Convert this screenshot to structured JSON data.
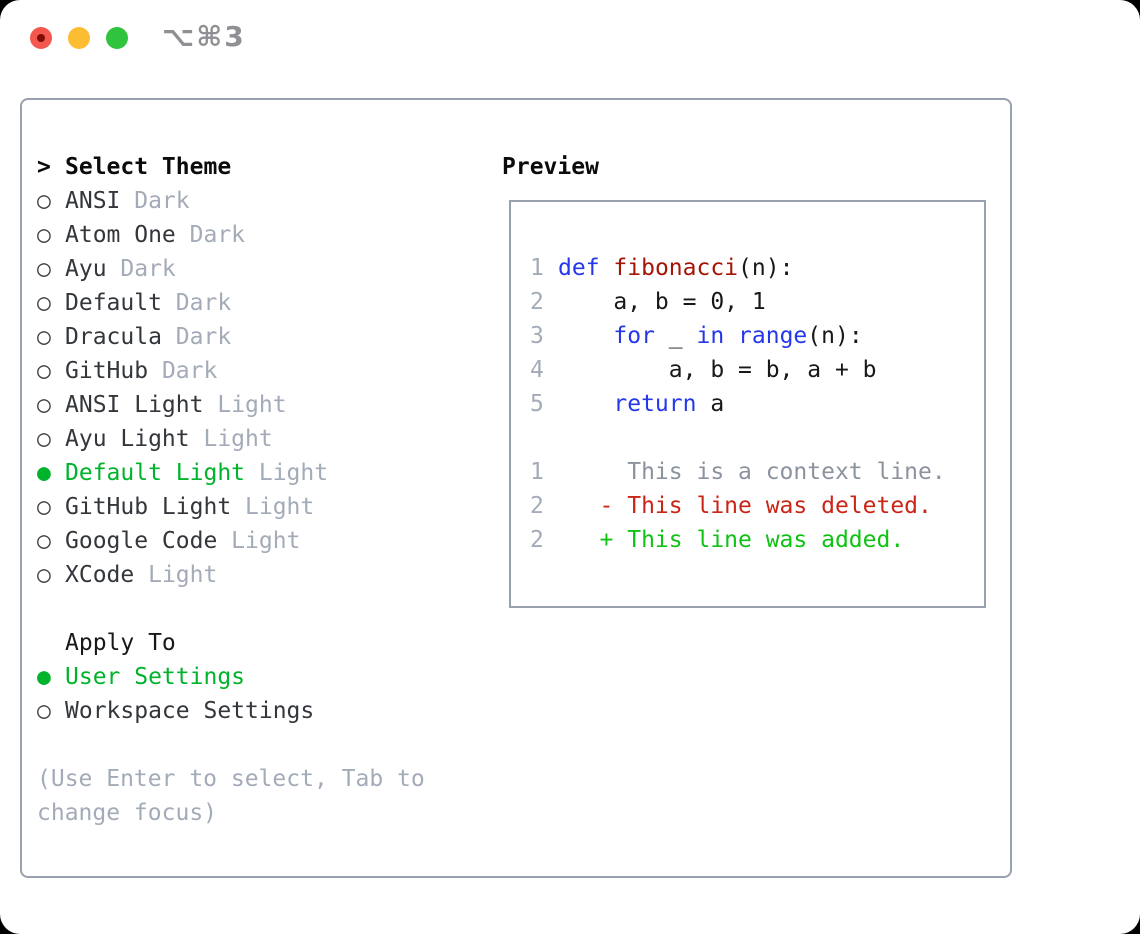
{
  "titlebar": {
    "shortcut": "⌥⌘3"
  },
  "colors": {
    "selected_green": "#00b32c",
    "keyword_blue": "#2438ea",
    "function_red": "#a31505",
    "deleted_red": "#cb2517",
    "added_green": "#0fc214",
    "muted_gray": "#a3abb8",
    "border_gray": "#98a1ad",
    "traffic_red": "#f4574d",
    "traffic_yellow": "#fdbd33",
    "traffic_green": "#2fc33e"
  },
  "icons": {
    "prompt": ">",
    "radio_unselected": "○",
    "radio_selected": "●"
  },
  "theme_picker": {
    "header": "Select Theme",
    "themes": [
      {
        "name": "ANSI",
        "variant": "Dark",
        "selected": false
      },
      {
        "name": "Atom One",
        "variant": "Dark",
        "selected": false
      },
      {
        "name": "Ayu",
        "variant": "Dark",
        "selected": false
      },
      {
        "name": "Default",
        "variant": "Dark",
        "selected": false
      },
      {
        "name": "Dracula",
        "variant": "Dark",
        "selected": false
      },
      {
        "name": "GitHub",
        "variant": "Dark",
        "selected": false
      },
      {
        "name": "ANSI Light",
        "variant": "Light",
        "selected": false
      },
      {
        "name": "Ayu Light",
        "variant": "Light",
        "selected": false
      },
      {
        "name": "Default Light",
        "variant": "Light",
        "selected": true
      },
      {
        "name": "GitHub Light",
        "variant": "Light",
        "selected": false
      },
      {
        "name": "Google Code",
        "variant": "Light",
        "selected": false
      },
      {
        "name": "XCode",
        "variant": "Light",
        "selected": false
      }
    ],
    "apply_header": "Apply To",
    "apply_options": [
      {
        "name": "User Settings",
        "selected": true
      },
      {
        "name": "Workspace Settings",
        "selected": false
      }
    ],
    "hint": "(Use Enter to select, Tab to change focus)"
  },
  "preview": {
    "title": "Preview",
    "lines": [
      {
        "num": "1",
        "tokens": [
          {
            "text": "def",
            "style": "keyword"
          },
          {
            "text": " "
          },
          {
            "text": "fibonacci",
            "style": "function"
          },
          {
            "text": "(n):"
          }
        ]
      },
      {
        "num": "2",
        "tokens": [
          {
            "text": "    a, b = 0, 1"
          }
        ]
      },
      {
        "num": "3",
        "tokens": [
          {
            "text": "    "
          },
          {
            "text": "for",
            "style": "keyword"
          },
          {
            "text": " _ "
          },
          {
            "text": "in",
            "style": "keyword"
          },
          {
            "text": " "
          },
          {
            "text": "range",
            "style": "keyword"
          },
          {
            "text": "(n):"
          }
        ]
      },
      {
        "num": "4",
        "tokens": [
          {
            "text": "        a, b = b, a + b"
          }
        ]
      },
      {
        "num": "5",
        "tokens": [
          {
            "text": "    "
          },
          {
            "text": "return",
            "style": "keyword"
          },
          {
            "text": " a"
          }
        ]
      },
      {
        "num": "",
        "tokens": []
      },
      {
        "num": "1",
        "tokens": [
          {
            "text": "     This is a context line.",
            "style": "context"
          }
        ]
      },
      {
        "num": "2",
        "tokens": [
          {
            "text": "   - This line was deleted.",
            "style": "deleted"
          }
        ]
      },
      {
        "num": "2",
        "tokens": [
          {
            "text": "   + This line was added.",
            "style": "added"
          }
        ]
      }
    ]
  }
}
